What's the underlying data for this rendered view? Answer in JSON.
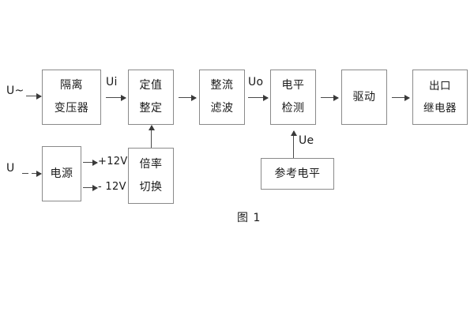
{
  "figure": {
    "caption": "图 1",
    "background": "#ffffff",
    "box_border_color": "#8a8a8a",
    "arrow_color": "#3a3a3a",
    "text_color": "#1b1b1b"
  },
  "inputs": [
    {
      "id": "ac-input",
      "label": "U~"
    },
    {
      "id": "dc-input",
      "label": "U"
    }
  ],
  "signals": [
    {
      "id": "ui",
      "label": "Ui"
    },
    {
      "id": "uo",
      "label": "Uo"
    },
    {
      "id": "ue",
      "label": "Ue"
    }
  ],
  "rails": [
    {
      "id": "positive-rail",
      "label": "+12V"
    },
    {
      "id": "negative-rail",
      "label": "- 12V"
    }
  ],
  "blocks": {
    "isolation_transformer": {
      "line1": "隔离",
      "line2": "变压器"
    },
    "setting_value": {
      "line1": "定值",
      "line2": "整定"
    },
    "rectify_filter": {
      "line1": "整流",
      "line2": "滤波"
    },
    "level_detect": {
      "line1": "电平",
      "line2": "检测"
    },
    "drive": {
      "line1": "驱动"
    },
    "output_relay": {
      "line1": "出口",
      "line2": "继电器"
    },
    "power_supply": {
      "line1": "电源"
    },
    "multiplier_switch": {
      "line1": "倍率",
      "line2": "切换"
    },
    "reference_level": {
      "line1": "参考电平"
    }
  }
}
